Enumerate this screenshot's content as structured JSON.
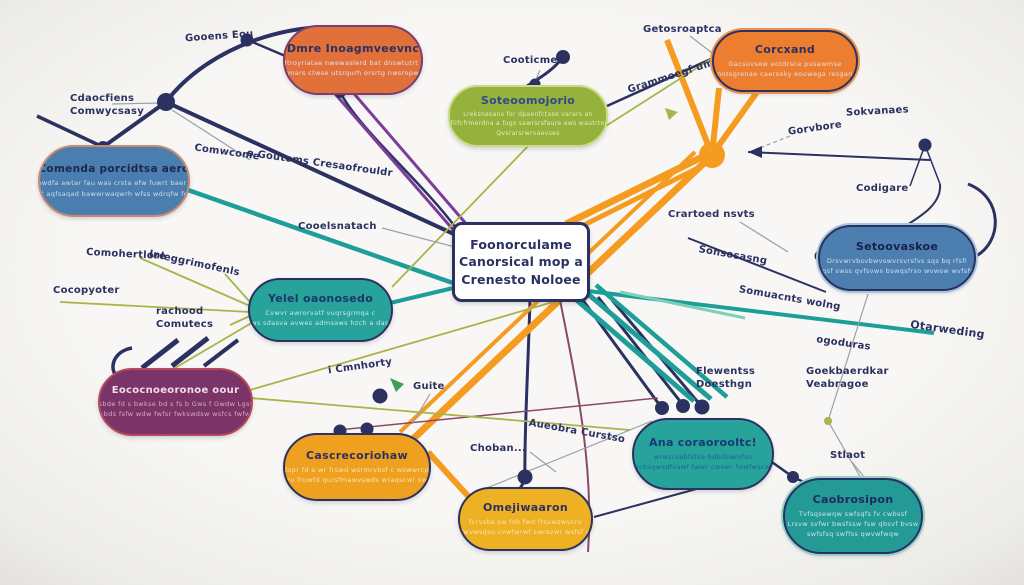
{
  "diagram": {
    "center": {
      "line1": "Foonorculame",
      "line2": "Canorsical mop a",
      "line3": "Crenesto Noloee"
    },
    "nodes": {
      "orange_tl": {
        "title": "Dmre Inoagmveevnc",
        "line1": "Mtroyriatae nwewaslerd bat dnswtutrt a",
        "line2": "wrermars ctwse utsrqurh orsrtg nwsropwsrse"
      },
      "orange_tr": {
        "title": "Corcxand",
        "line1": "Gacsuvsew eotdrsce pusawmse",
        "line2": "notsgrenae caerseky eoowega resgan"
      },
      "green_top": {
        "title": "Soteoomojorio",
        "line1": "Lreksnasans for dpaenfctase varars an",
        "line2": "tal fiifcfrmerdna a fugs sawrsrsfaure aws wautrtndes",
        "line3": "Qvsrarsrwrvaevses"
      },
      "blue_left": {
        "title": "Comenda porcidtsa aero",
        "line1": "fuawdfa awtar fau was crsta efw fuwrt baer od",
        "line2": "wrcrst aqfsaqad bawwrwaqwrh wfss wdrqfw fqsawv"
      },
      "teal_left": {
        "title": "Yelel oaonosedo",
        "line1": "Cvwvr awrorvatf vuqrsgrmqa c",
        "line2": "Fvsusrsows sdasva avwes admsaws hzch a dasf asqusts"
      },
      "purple_bl": {
        "title": "Eococnoeoronoe oour",
        "line1": "crsbde fd s bwkse bd s fs b Gws f Gwdw Lgsws",
        "line2": "sksbds fsfw wdw fwfsr fwkswdsw wsfcs fwfwfw"
      },
      "yellow_bl": {
        "title": "Cascrecoriohaw",
        "line1": "frtspr fd a wr frswd wsrmrvbsf c wswwrcprf",
        "line2": "Cwvru fruwfd qursfmawvswds wraqscwr swrsbr"
      },
      "yellow_bc": {
        "title": "Omejiwaaron",
        "line1": "fcrvsbs sw fvb fwd frsvwswvcrv",
        "line2": "fwvwsqsu cvwfwrwf swrsvwr wsfsf a"
      },
      "teal_right": {
        "title": "Ana coraorooltc!",
        "line1": "wrwsruebfsfse bdbdswmfas",
        "line2": "fwckaqwsdfvawf fwwr cwswr fwwfwscwh"
      },
      "teal_br": {
        "title": "Caobrosipon",
        "line1": "Tvfsqsewqw swfsqfs fv cwbssf",
        "line2": "Lrsvw svfwr bwsfssw fsw qbsvf bvsw",
        "line3": "swfsfsq swffss qwvwfwqw"
      },
      "blue_right": {
        "title": "Setoovaskoe",
        "line1": "Drsvwrvbsvbwvswvrsvrsfvs sqs bq rfsfl",
        "line2": "fsqsf swss qvfsvws bswqsfrso wvwsw wvfsfso"
      }
    },
    "labels": {
      "gooens": "Gooens Eou",
      "cdaocfiens": "Cdaocfiens\nComwycsasy",
      "comwcome": "Comwcome",
      "goutoms": "o Goutoms Cresaofrouldr",
      "cooelsnatach": "Cooelsnatach",
      "comohertlore": "Comohertlore",
      "inleggrimofenls": "Inleggrimofenls",
      "cocopyoter": "Cocopyoter",
      "rachood": "rachood\nComutecs",
      "cooticme": "Cooticme",
      "getosroaptca": "Getosroaptca",
      "grammeegf": "Grammeegf uma",
      "gorvbore": "Gorvbore",
      "sokvanaes": "Sokvanaes",
      "codigare": "Codigare",
      "crartoed": "Crartoed nsvts",
      "sonsosasng": "Sonsosasng",
      "somuacnts": "Somuacnts wolng",
      "otarweding": "Otarweding",
      "ogoduras": "ogoduras",
      "flewentss": "Flewentss\nDoesthgn",
      "goekbaerdkar": "Goekbaerdkar\nVeabragoe",
      "cmnhorty": "i Cmnhorty",
      "guite": "Guite",
      "choban": "Choban...",
      "aueobra": "Aueobra Curstso",
      "stlaot": "Stlaot"
    },
    "palette": {
      "navy": "#2b3160",
      "orange_line": "#f49b20",
      "orange_node": "#e2703a",
      "green_node": "#96b23c",
      "blue_node": "#4a7eae",
      "teal_node": "#27a39c",
      "purple_node": "#7b3468",
      "yellow_node": "#f0a01f",
      "purple_line": "#7d3c98",
      "maroon_line": "#8a4a6a",
      "olive_line": "#a9b44a",
      "gray_line": "#9aa0a8",
      "background": "#f4f3f1"
    }
  }
}
